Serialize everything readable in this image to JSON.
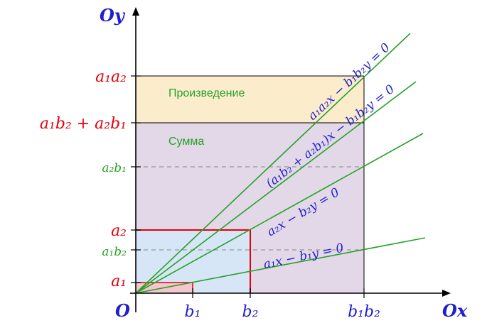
{
  "colors": {
    "product_fill": "#fbeccc",
    "sum_fill": "#e2d8e8",
    "small_fill": "#d6e6f6",
    "corner_fill": "#f4c6cf",
    "axis": "#000000",
    "line_green": "#27a127",
    "red": "#e8000b",
    "blue": "#1f1fcc",
    "dashed": "#888888"
  },
  "axes": {
    "origin_label": "O",
    "x_axis_label": "Ox",
    "y_axis_label": "Oy"
  },
  "regions": {
    "product_label": "Произведение",
    "sum_label": "Сумма"
  },
  "y_ticks": {
    "a1a2": "a₁a₂",
    "a1b2_plus_a2b1": "a₁b₂ + a₂b₁",
    "a2b1": "a₂b₁",
    "a2": "a₂",
    "a1b2": "a₁b₂",
    "a1": "a₁"
  },
  "x_ticks": {
    "b1": "b₁",
    "b2": "b₂",
    "b1b2": "b₁b₂"
  },
  "line_labels": {
    "line1": "a₁a₂x − b₁b₂y = 0",
    "line2": "(a₁b₂ + a₂b₁)x − b₁b₂y = 0",
    "line3": "a₂x − b₂y = 0",
    "line4": "a₁x − b₁y = 0"
  }
}
